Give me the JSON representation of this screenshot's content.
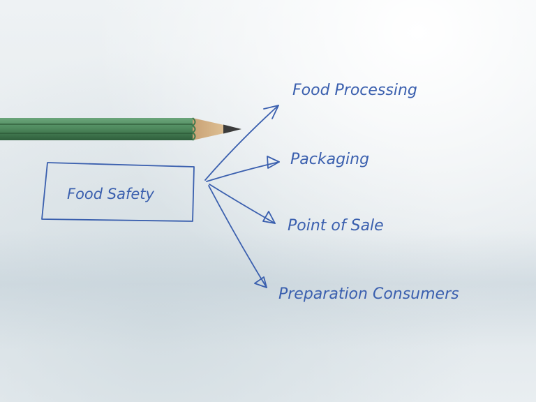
{
  "colors": {
    "ink": "#3a5fae",
    "paper": "#e9eef1",
    "pencil_body": "#4f8a5e",
    "pencil_wood": "#d9b98c",
    "pencil_lead": "#3b3b3b"
  },
  "diagram": {
    "center_label": "Food Safety",
    "branches": [
      {
        "label": "Food Processing"
      },
      {
        "label": "Packaging"
      },
      {
        "label": "Point of Sale"
      },
      {
        "label": "Preparation Consumers"
      }
    ]
  }
}
